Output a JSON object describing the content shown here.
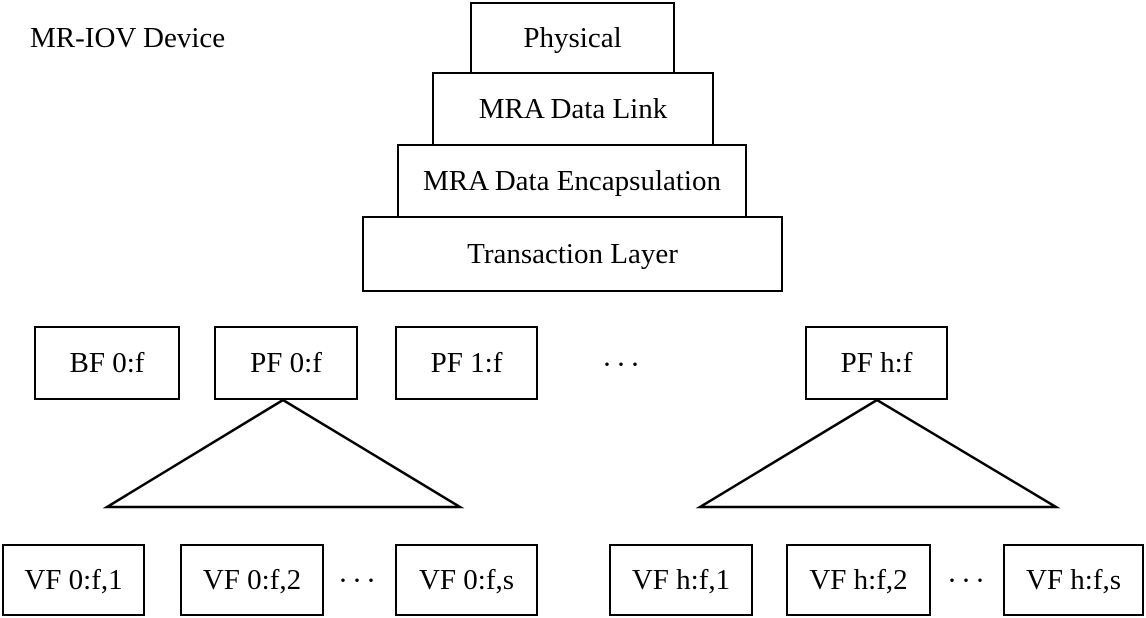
{
  "device_label": "MR-IOV Device",
  "stack": {
    "physical": "Physical",
    "data_link": "MRA Data Link",
    "data_encapsulation": "MRA Data Encapsulation",
    "transaction": "Transaction Layer"
  },
  "functions": {
    "bf0": "BF 0:f",
    "pf0": "PF 0:f",
    "pf1": "PF 1:f",
    "ellipsis": "···",
    "pfh": "PF h:f"
  },
  "vfs_pf0": {
    "vf1": "VF 0:f,1",
    "vf2": "VF 0:f,2",
    "ellipsis": "···",
    "vfs": "VF 0:f,s"
  },
  "vfs_pfh": {
    "vf1": "VF h:f,1",
    "vf2": "VF h:f,2",
    "ellipsis": "···",
    "vfs": "VF h:f,s"
  }
}
